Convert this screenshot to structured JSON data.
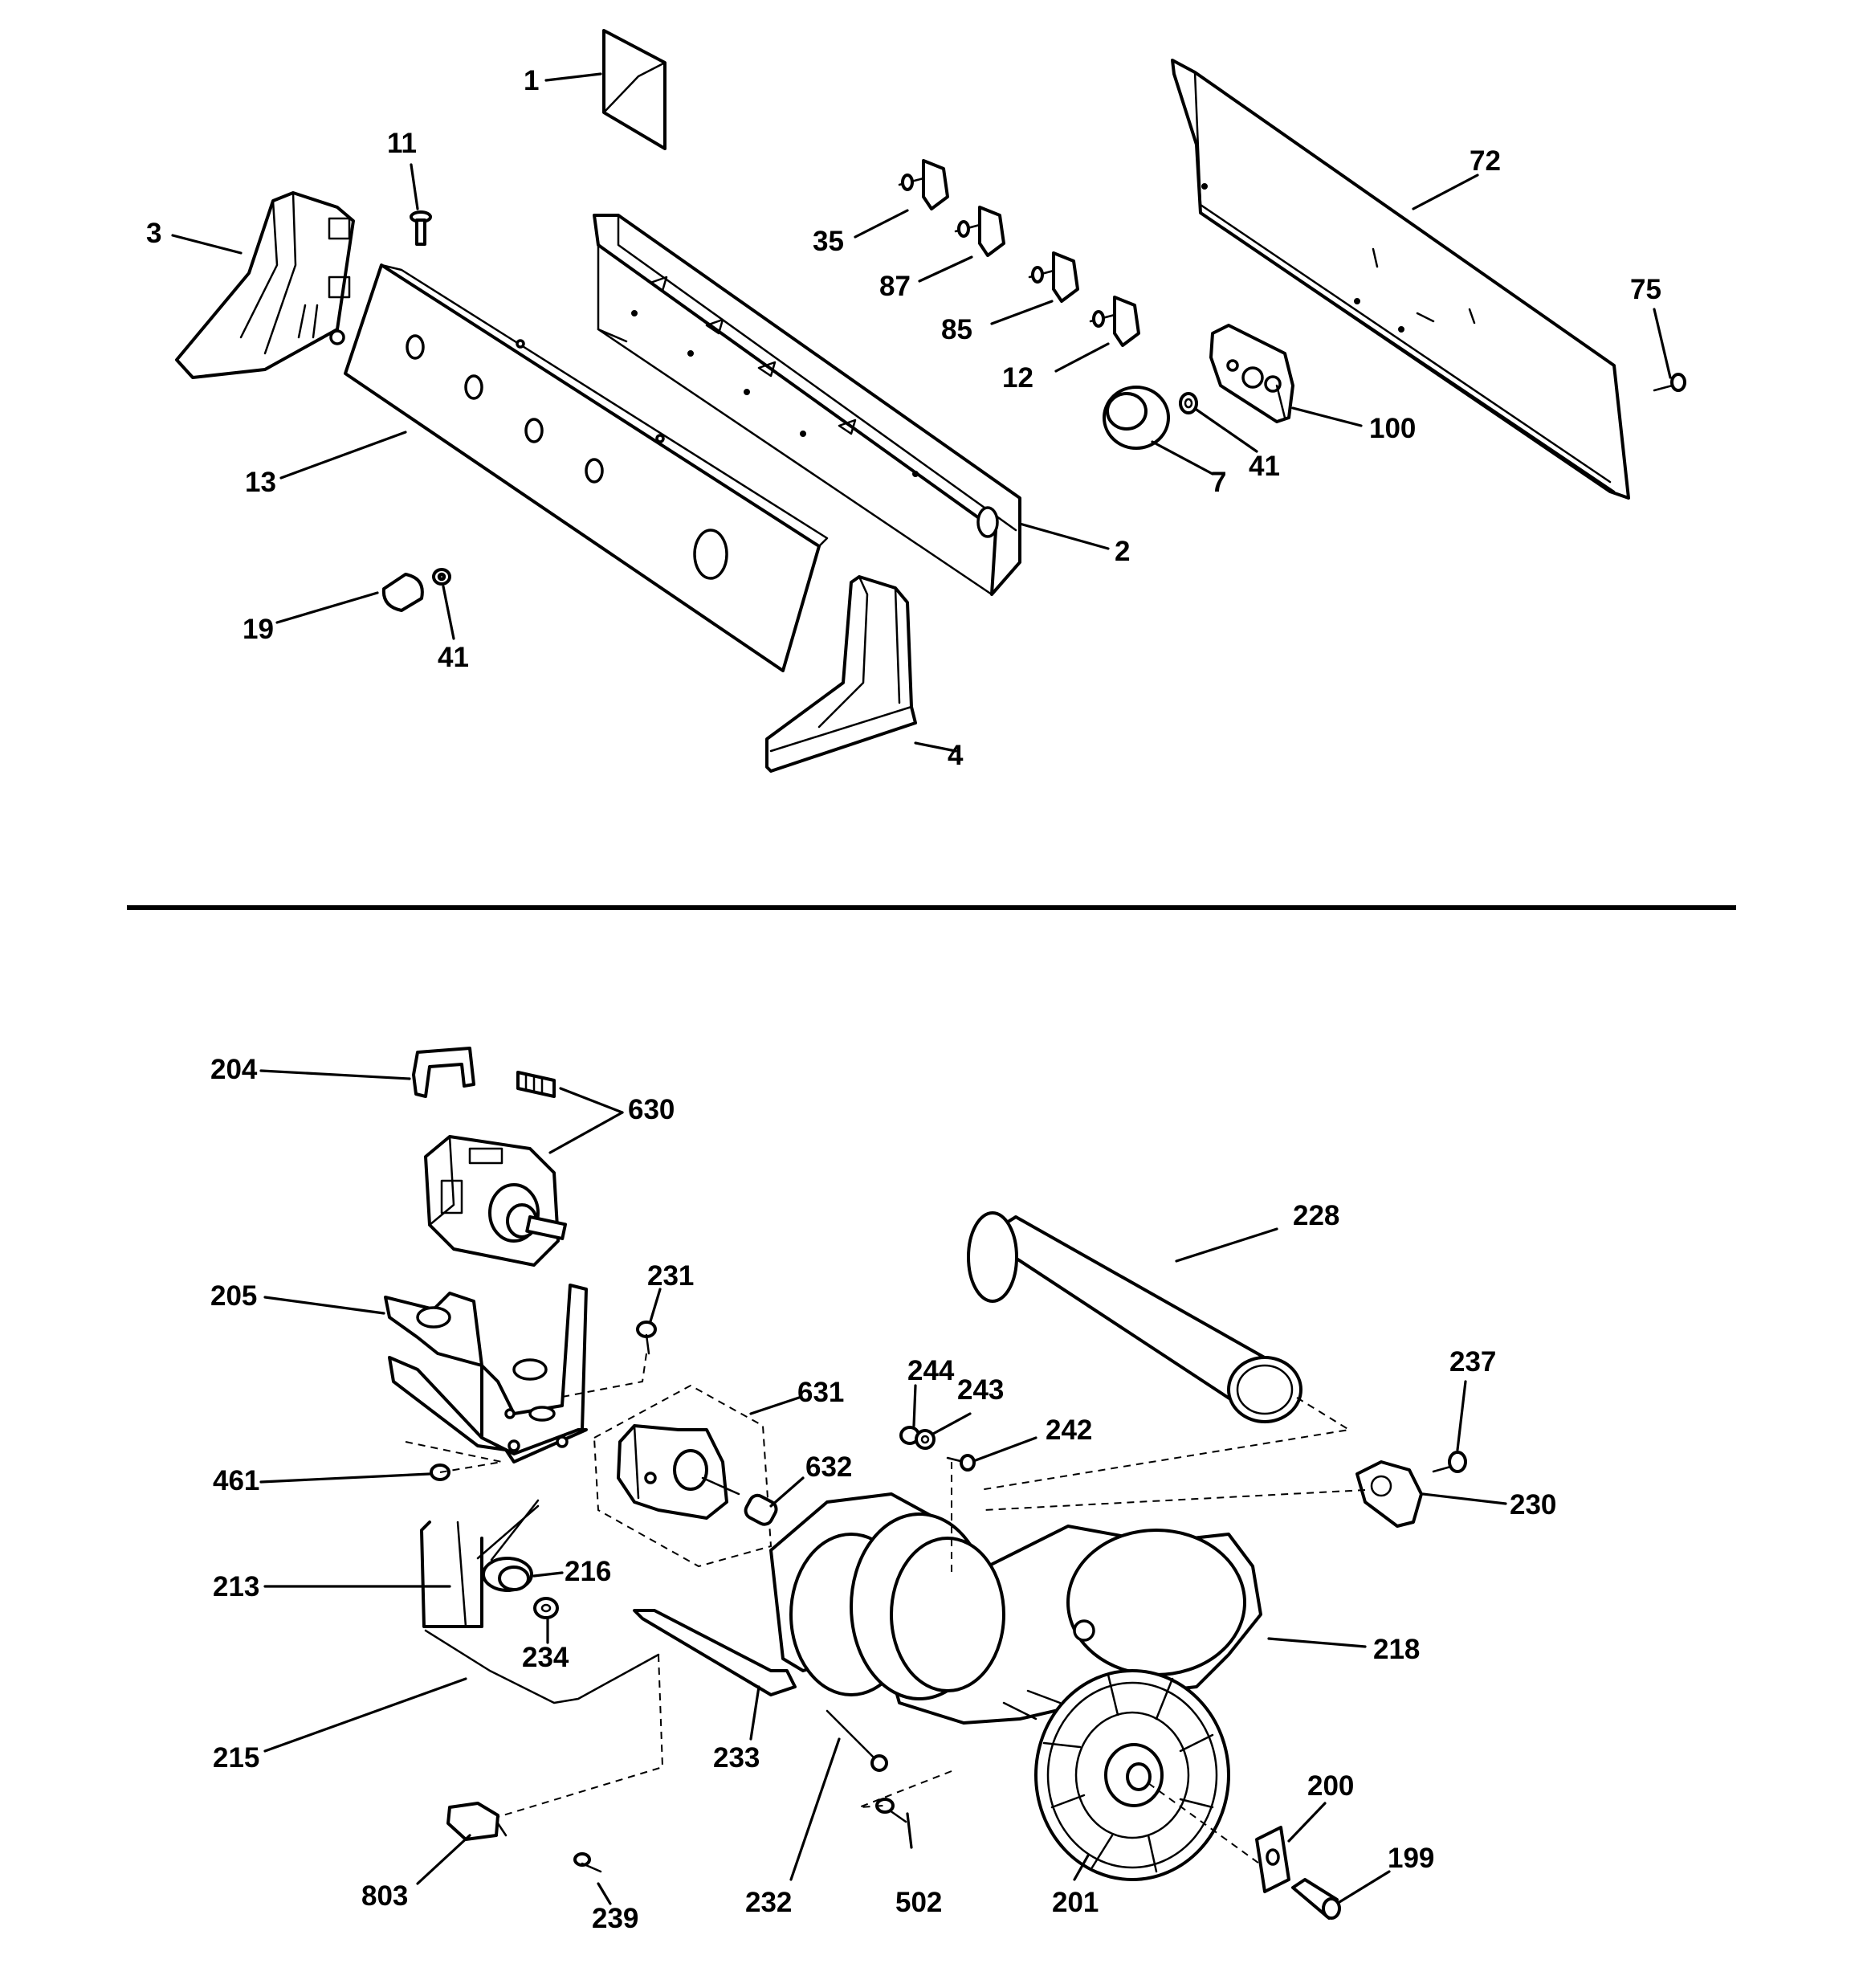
{
  "callouts": {
    "c1": "1",
    "c11": "11",
    "c3": "3",
    "c13": "13",
    "c19": "19",
    "c41a": "41",
    "c4": "4",
    "c2": "2",
    "c35": "35",
    "c87": "87",
    "c85": "85",
    "c12": "12",
    "c7": "7",
    "c41b": "41",
    "c100": "100",
    "c72": "72",
    "c75": "75",
    "c204": "204",
    "c630": "630",
    "c205": "205",
    "c231": "231",
    "c461": "461",
    "c631": "631",
    "c632": "632",
    "c213": "213",
    "c216": "216",
    "c234": "234",
    "c215": "215",
    "c803": "803",
    "c239": "239",
    "c233": "233",
    "c232": "232",
    "c502": "502",
    "c201": "201",
    "c228": "228",
    "c244": "244",
    "c243": "243",
    "c242": "242",
    "c237": "237",
    "c230": "230",
    "c218": "218",
    "c200": "200",
    "c199": "199"
  },
  "icons": {
    "part_shapes": "outline drawing"
  }
}
